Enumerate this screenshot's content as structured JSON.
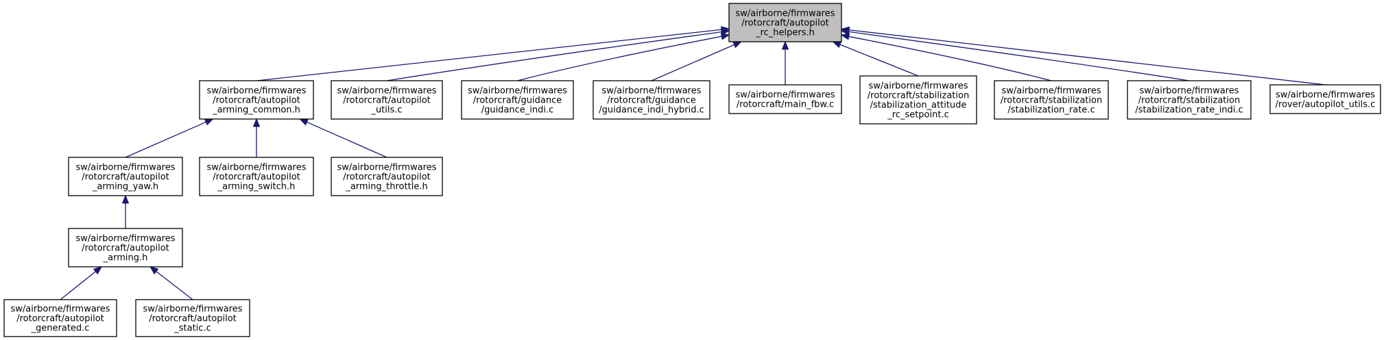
{
  "graph": {
    "edge_color": "#191970",
    "root_fill": "#bfbfbf",
    "nodes": [
      {
        "id": "rc_helpers",
        "lines": [
          "sw/airborne/firmwares",
          "/rotorcraft/autopilot",
          "_rc_helpers.h"
        ],
        "root": true
      },
      {
        "id": "arming_common",
        "lines": [
          "sw/airborne/firmwares",
          "/rotorcraft/autopilot",
          "_arming_common.h"
        ]
      },
      {
        "id": "autopilot_utils_rc",
        "lines": [
          "sw/airborne/firmwares",
          "/rotorcraft/autopilot",
          "_utils.c"
        ]
      },
      {
        "id": "guidance_indi",
        "lines": [
          "sw/airborne/firmwares",
          "/rotorcraft/guidance",
          "/guidance_indi.c"
        ]
      },
      {
        "id": "guidance_indi_hybrid",
        "lines": [
          "sw/airborne/firmwares",
          "/rotorcraft/guidance",
          "/guidance_indi_hybrid.c"
        ]
      },
      {
        "id": "main_fbw",
        "lines": [
          "sw/airborne/firmwares",
          "/rotorcraft/main_fbw.c"
        ]
      },
      {
        "id": "stab_att_rc_setpoint",
        "lines": [
          "sw/airborne/firmwares",
          "/rotorcraft/stabilization",
          "/stabilization_attitude",
          "_rc_setpoint.c"
        ]
      },
      {
        "id": "stab_rate",
        "lines": [
          "sw/airborne/firmwares",
          "/rotorcraft/stabilization",
          "/stabilization_rate.c"
        ]
      },
      {
        "id": "stab_rate_indi",
        "lines": [
          "sw/airborne/firmwares",
          "/rotorcraft/stabilization",
          "/stabilization_rate_indi.c"
        ]
      },
      {
        "id": "rover_utils",
        "lines": [
          "sw/airborne/firmwares",
          "/rover/autopilot_utils.c"
        ]
      },
      {
        "id": "arming_yaw",
        "lines": [
          "sw/airborne/firmwares",
          "/rotorcraft/autopilot",
          "_arming_yaw.h"
        ]
      },
      {
        "id": "arming_switch",
        "lines": [
          "sw/airborne/firmwares",
          "/rotorcraft/autopilot",
          "_arming_switch.h"
        ]
      },
      {
        "id": "arming_throttle",
        "lines": [
          "sw/airborne/firmwares",
          "/rotorcraft/autopilot",
          "_arming_throttle.h"
        ]
      },
      {
        "id": "arming",
        "lines": [
          "sw/airborne/firmwares",
          "/rotorcraft/autopilot",
          "_arming.h"
        ]
      },
      {
        "id": "autopilot_generated",
        "lines": [
          "sw/airborne/firmwares",
          "/rotorcraft/autopilot",
          "_generated.c"
        ]
      },
      {
        "id": "autopilot_static",
        "lines": [
          "sw/airborne/firmwares",
          "/rotorcraft/autopilot",
          "_static.c"
        ]
      }
    ],
    "edges": [
      {
        "from": "arming_common",
        "to": "rc_helpers"
      },
      {
        "from": "autopilot_utils_rc",
        "to": "rc_helpers"
      },
      {
        "from": "guidance_indi",
        "to": "rc_helpers"
      },
      {
        "from": "guidance_indi_hybrid",
        "to": "rc_helpers"
      },
      {
        "from": "main_fbw",
        "to": "rc_helpers"
      },
      {
        "from": "stab_att_rc_setpoint",
        "to": "rc_helpers"
      },
      {
        "from": "stab_rate",
        "to": "rc_helpers"
      },
      {
        "from": "stab_rate_indi",
        "to": "rc_helpers"
      },
      {
        "from": "rover_utils",
        "to": "rc_helpers"
      },
      {
        "from": "arming_yaw",
        "to": "arming_common"
      },
      {
        "from": "arming_switch",
        "to": "arming_common"
      },
      {
        "from": "arming_throttle",
        "to": "arming_common"
      },
      {
        "from": "arming",
        "to": "arming_yaw"
      },
      {
        "from": "autopilot_generated",
        "to": "arming"
      },
      {
        "from": "autopilot_static",
        "to": "arming"
      }
    ]
  }
}
